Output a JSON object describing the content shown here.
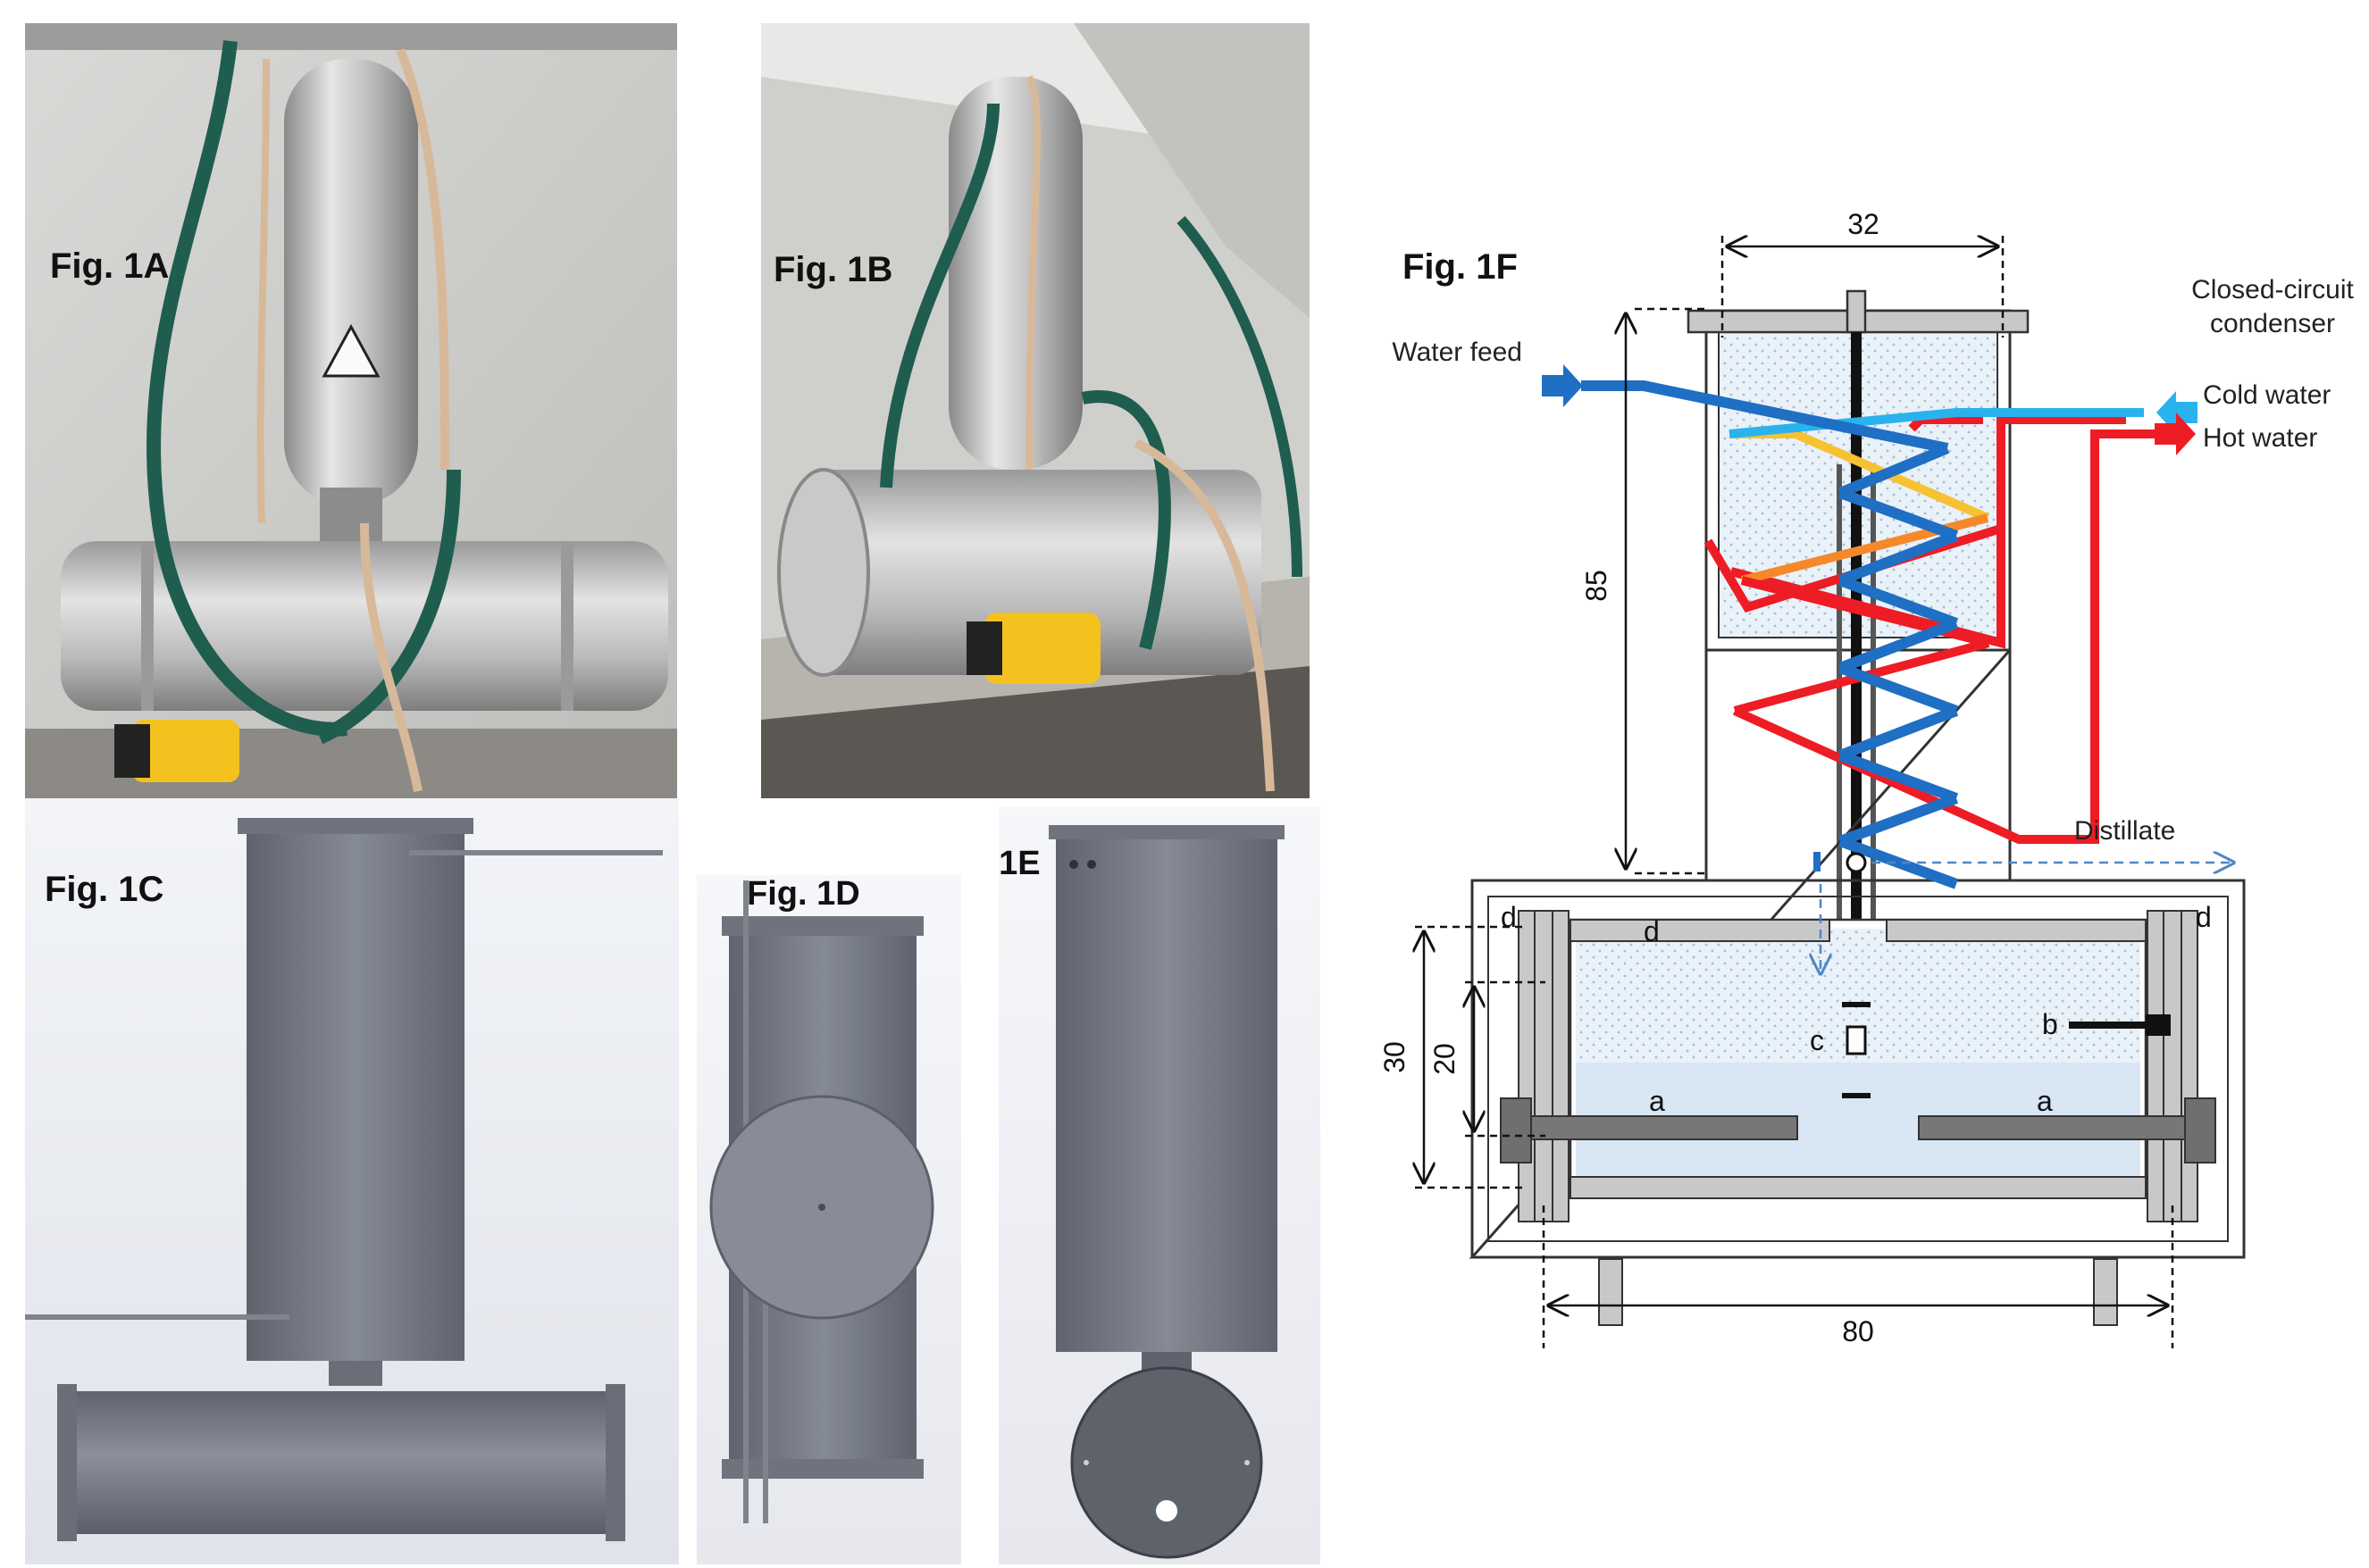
{
  "figures": {
    "fig1a": "Fig. 1A",
    "fig1b": "Fig. 1B",
    "fig1c": "Fig. 1C",
    "fig1d": "Fig. 1D",
    "fig1e": "Fig. 1E",
    "fig1f": "Fig. 1F"
  },
  "schematic": {
    "dim_top": "32",
    "dim_height": "85",
    "dim_basin_outer": "30",
    "dim_basin_inner": "20",
    "dim_width": "80",
    "water_feed": "Water feed",
    "condenser_line1": "Closed-circuit",
    "condenser_line2": "condenser",
    "cold_water": "Cold water",
    "hot_water": "Hot water",
    "distillate": "Distillate",
    "label_a": "a",
    "label_b": "b",
    "label_c": "c",
    "label_d": "d"
  },
  "colors": {
    "feed_blue": "#1f6fc4",
    "cold_blue": "#29b2ee",
    "hot_red": "#ee1c24",
    "orange": "#f5892a",
    "yellow": "#f7c232",
    "steel": "#7e838f"
  }
}
